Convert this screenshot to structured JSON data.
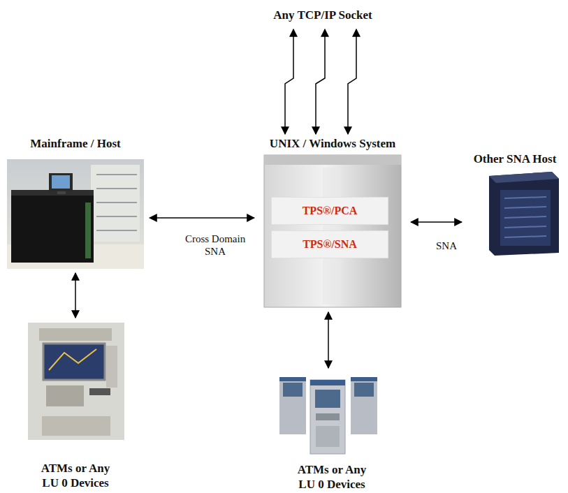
{
  "diagram": {
    "nodes": [
      {
        "text": [
          "Mainframe / Host"
        ]
      },
      {
        "text": [
          "UNIX / Windows System"
        ]
      },
      {
        "text": [
          "TPS®/PCA"
        ],
        "in": 1
      },
      {
        "text": [
          "TPS®/SNA"
        ],
        "in": 1
      },
      {
        "text": [
          "Other SNA Host"
        ]
      },
      {
        "text": [
          "ATMs or Any LU 0 Devices"
        ]
      },
      {
        "text": [
          "ATMs or Any LU 0 Devices"
        ]
      }
    ],
    "edges": [
      {
        "from": 0,
        "to": 1,
        "arrow": "both",
        "label": "Cross Domain SNA"
      },
      {
        "from": 1,
        "to": 4,
        "arrow": "both",
        "label": "SNA"
      },
      {
        "from": 0,
        "to": 5,
        "arrow": "both"
      },
      {
        "from": 1,
        "to": 6,
        "arrow": "both"
      }
    ],
    "labels": [
      "Any TCP/IP Socket"
    ]
  }
}
